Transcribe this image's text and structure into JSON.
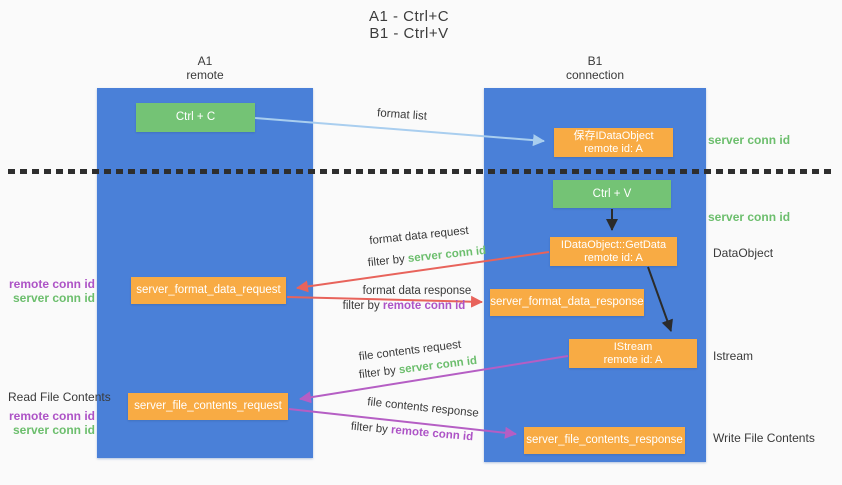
{
  "title": {
    "line1": "A1 - Ctrl+C",
    "line2": "B1 - Ctrl+V"
  },
  "lifelines": {
    "a1": {
      "name": "A1",
      "role": "remote"
    },
    "b1": {
      "name": "B1",
      "role": "connection"
    }
  },
  "colors": {
    "lane_blue": "#4a80d8",
    "box_green": "#74c375",
    "box_orange": "#f8ab44",
    "arrow_light_blue": "#a9ceef",
    "arrow_red": "#e8635b",
    "arrow_purple": "#b55ec4",
    "arrow_black": "#2b2b2b",
    "text_green": "#6cbe6d",
    "text_purple": "#ad53c6",
    "text_dark": "#3a3a3a",
    "background": "#fafafa"
  },
  "boxes": {
    "ctrl_c": {
      "label": "Ctrl + C"
    },
    "save_dataobject": {
      "line1": "保存IDataObject",
      "line2": "remote id: A"
    },
    "ctrl_v": {
      "label": "Ctrl + V"
    },
    "getdata": {
      "line1": "IDataObject::GetData",
      "line2": "remote id: A"
    },
    "istream": {
      "line1": "IStream",
      "line2": "remote id: A"
    },
    "format_request": {
      "label": "server_format_data_request"
    },
    "format_response": {
      "label": "server_format_data_response"
    },
    "file_request": {
      "label": "server_file_contents_request"
    },
    "file_response": {
      "label": "server_file_contents_response"
    }
  },
  "annotations": {
    "format_list": "format list",
    "server_conn_id_top": "server conn id",
    "server_conn_id_mid": "server conn id",
    "dataobject": "DataObject",
    "istream": "Istream",
    "write_file_contents": "Write File Contents",
    "read_file_contents": "Read File Contents",
    "format_data_request": "format data request",
    "format_data_response": "format data response",
    "file_contents_request": "file contents request",
    "file_contents_response": "file contents response",
    "filter_by": "filter by ",
    "server_conn_id": "server conn id",
    "remote_conn_id": "remote conn id",
    "left_top": {
      "remote": "remote conn id",
      "server": "server conn id"
    },
    "left_bottom": {
      "remote": "remote conn id",
      "server": "server conn id"
    }
  }
}
